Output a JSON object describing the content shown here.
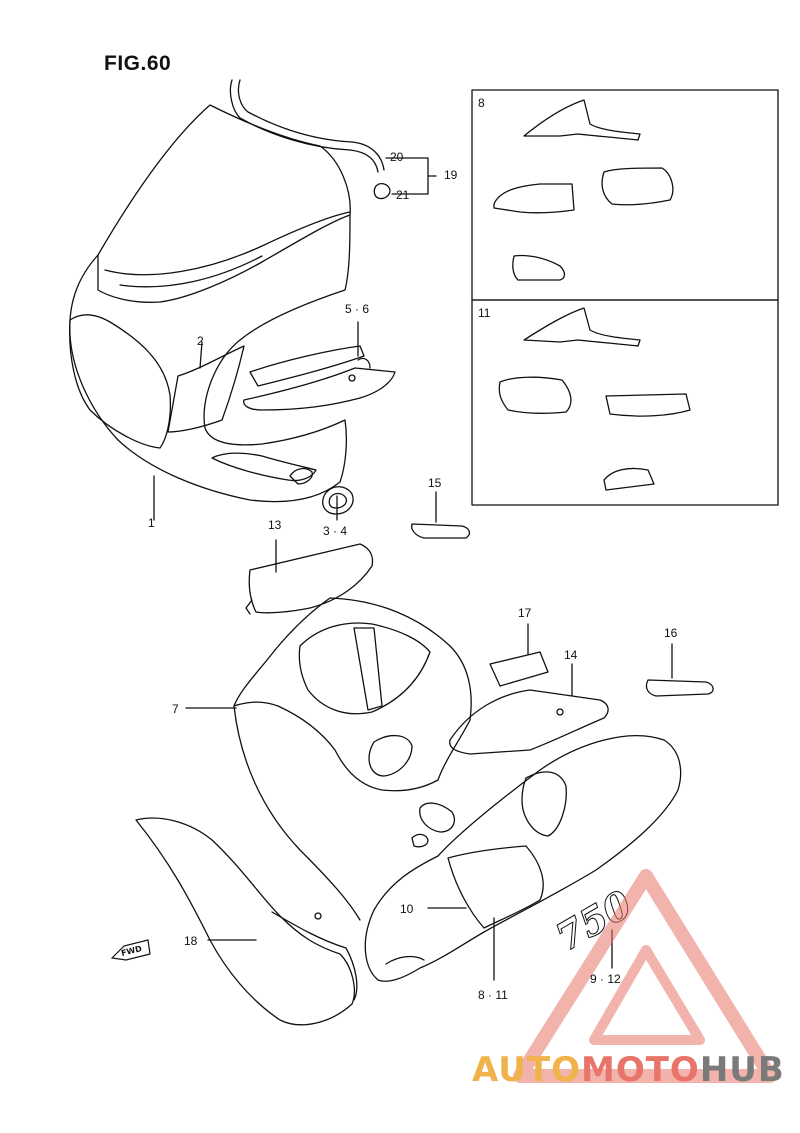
{
  "figure": {
    "title": "FIG.60"
  },
  "callouts": {
    "c1": "1",
    "c2": "2",
    "c34": "3 · 4",
    "c56": "5 · 6",
    "c7": "7",
    "c10": "10",
    "c13": "13",
    "c14": "14",
    "c15": "15",
    "c16": "16",
    "c17": "17",
    "c18": "18",
    "c19": "19",
    "c20": "20",
    "c21": "21",
    "c811": "8 · 11",
    "c912": "9 · 12"
  },
  "inset_boxes": {
    "box8": "8",
    "box11": "11"
  },
  "decals": {
    "fwd": "FWD",
    "model": "750"
  },
  "watermark": {
    "auto": "AUTO",
    "moto": "MOTO",
    "hub": "HUB",
    "color": "#e8746a"
  }
}
